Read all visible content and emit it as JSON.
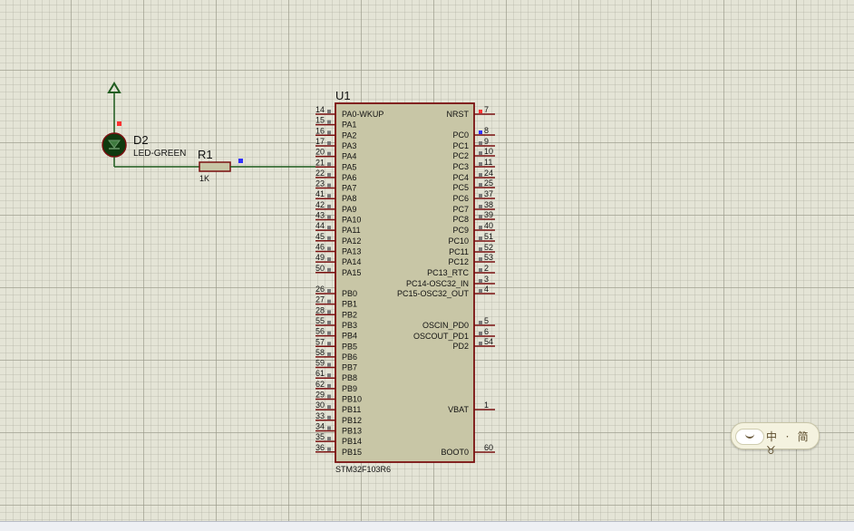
{
  "schematic": {
    "u1": {
      "ref": "U1",
      "part": "STM32F103R6",
      "left_pins": [
        {
          "num": "14",
          "name": "PA0-WKUP"
        },
        {
          "num": "15",
          "name": "PA1"
        },
        {
          "num": "16",
          "name": "PA2"
        },
        {
          "num": "17",
          "name": "PA3"
        },
        {
          "num": "20",
          "name": "PA4"
        },
        {
          "num": "21",
          "name": "PA5"
        },
        {
          "num": "22",
          "name": "PA6"
        },
        {
          "num": "23",
          "name": "PA7"
        },
        {
          "num": "41",
          "name": "PA8"
        },
        {
          "num": "42",
          "name": "PA9"
        },
        {
          "num": "43",
          "name": "PA10"
        },
        {
          "num": "44",
          "name": "PA11"
        },
        {
          "num": "45",
          "name": "PA12"
        },
        {
          "num": "46",
          "name": "PA13"
        },
        {
          "num": "49",
          "name": "PA14"
        },
        {
          "num": "50",
          "name": "PA15"
        },
        {
          "num": "26",
          "name": "PB0"
        },
        {
          "num": "27",
          "name": "PB1"
        },
        {
          "num": "28",
          "name": "PB2"
        },
        {
          "num": "55",
          "name": "PB3"
        },
        {
          "num": "56",
          "name": "PB4"
        },
        {
          "num": "57",
          "name": "PB5"
        },
        {
          "num": "58",
          "name": "PB6"
        },
        {
          "num": "59",
          "name": "PB7"
        },
        {
          "num": "61",
          "name": "PB8"
        },
        {
          "num": "62",
          "name": "PB9"
        },
        {
          "num": "29",
          "name": "PB10"
        },
        {
          "num": "30",
          "name": "PB11"
        },
        {
          "num": "33",
          "name": "PB12"
        },
        {
          "num": "34",
          "name": "PB13"
        },
        {
          "num": "35",
          "name": "PB14"
        },
        {
          "num": "36",
          "name": "PB15"
        }
      ],
      "right_pins": [
        {
          "num": "7",
          "name": "NRST"
        },
        {
          "num": "8",
          "name": "PC0"
        },
        {
          "num": "9",
          "name": "PC1"
        },
        {
          "num": "10",
          "name": "PC2"
        },
        {
          "num": "11",
          "name": "PC3"
        },
        {
          "num": "24",
          "name": "PC4"
        },
        {
          "num": "25",
          "name": "PC5"
        },
        {
          "num": "37",
          "name": "PC6"
        },
        {
          "num": "38",
          "name": "PC7"
        },
        {
          "num": "39",
          "name": "PC8"
        },
        {
          "num": "40",
          "name": "PC9"
        },
        {
          "num": "51",
          "name": "PC10"
        },
        {
          "num": "52",
          "name": "PC11"
        },
        {
          "num": "53",
          "name": "PC12"
        },
        {
          "num": "2",
          "name": "PC13_RTC"
        },
        {
          "num": "3",
          "name": "PC14-OSC32_IN"
        },
        {
          "num": "4",
          "name": "PC15-OSC32_OUT"
        },
        {
          "num": "5",
          "name": "OSCIN_PD0"
        },
        {
          "num": "6",
          "name": "OSCOUT_PD1"
        },
        {
          "num": "54",
          "name": "PD2"
        },
        {
          "num": "1",
          "name": "VBAT"
        },
        {
          "num": "60",
          "name": "BOOT0"
        }
      ]
    },
    "d2": {
      "ref": "D2",
      "value": "LED-GREEN"
    },
    "r1": {
      "ref": "R1",
      "value": "1K"
    },
    "colors": {
      "wire": "#1f5c1f",
      "component_body": "#c8c6a6",
      "component_outline": "#7a1010",
      "pin_stub": "#7a1010",
      "led_fill": "#0f3a0f",
      "probe_red": "#ff3030",
      "probe_blue": "#3030ff"
    }
  },
  "ime_badge": {
    "text": "中 ㆍ 简 ♉"
  },
  "status_bar": {
    "left": "",
    "middle": "",
    "right": ""
  }
}
